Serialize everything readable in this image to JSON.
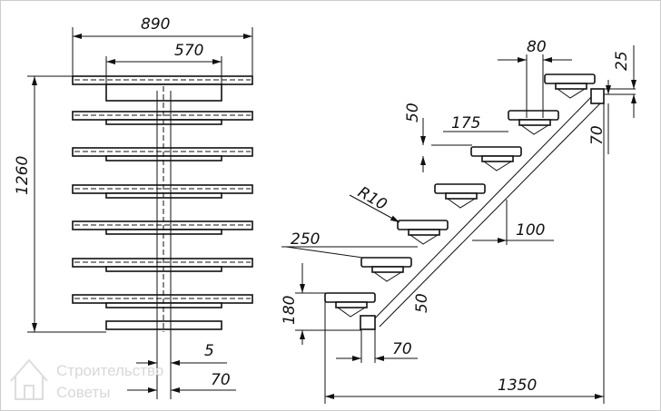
{
  "title": "Metal stair stringer drawing",
  "front_view": {
    "width_total": "890",
    "width_plate": "570",
    "height": "1260",
    "gap": "5",
    "stringer_width": "70"
  },
  "side_view": {
    "plate_width": "80",
    "tread_thickness": "25",
    "stringer_height": "70",
    "step_offset": "50",
    "tread_projection": "175",
    "corner_radius": "R10",
    "stringer_gap": "100",
    "tread_depth": "250",
    "riser_height": "180",
    "stringer_section": "50",
    "base_width": "70",
    "total_run": "1350"
  },
  "watermark": {
    "line1": "Строительство",
    "line2": "Советы"
  }
}
